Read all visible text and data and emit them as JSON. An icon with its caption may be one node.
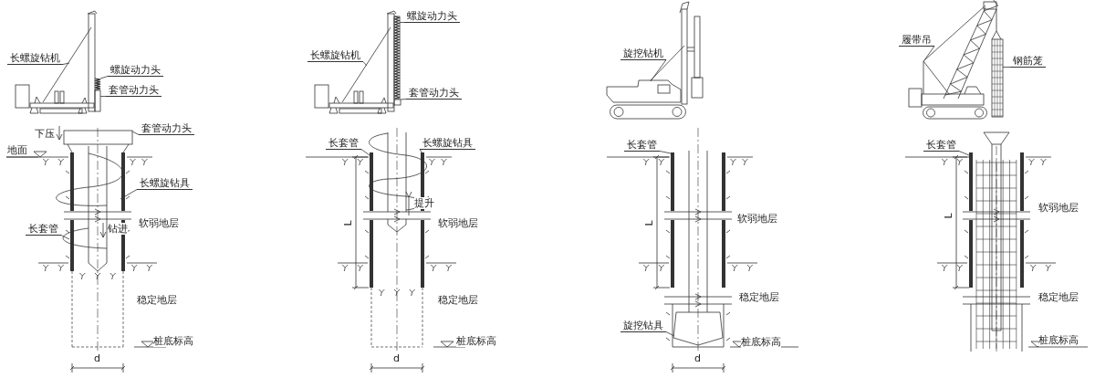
{
  "diagram": {
    "nodes": [
      {
        "text": [
          "长螺旋钻机"
        ]
      },
      {
        "text": [
          "螺旋动力头"
        ]
      },
      {
        "text": [
          "套管动力头"
        ]
      },
      {
        "text": [
          "套管动力头"
        ]
      },
      {
        "text": [
          "长螺旋钻具"
        ]
      },
      {
        "text": [
          "长套管"
        ]
      },
      {
        "text": [
          "螺旋动力头"
        ]
      },
      {
        "text": [
          "长螺旋钻机"
        ]
      },
      {
        "text": [
          "套管动力头"
        ]
      },
      {
        "text": [
          "长套管"
        ]
      },
      {
        "text": [
          "长螺旋钻具"
        ]
      },
      {
        "text": [
          "旋挖钻机"
        ]
      },
      {
        "text": [
          "长套管"
        ]
      },
      {
        "text": [
          "旋挖钻具"
        ]
      },
      {
        "text": [
          "履带吊"
        ]
      },
      {
        "text": [
          "钢筋笼"
        ]
      },
      {
        "text": [
          "长套管"
        ]
      },
      {
        "text": [],
        "shape": "box"
      },
      {
        "text": [],
        "shape": "box"
      },
      {
        "text": [],
        "shape": "box"
      },
      {
        "text": [],
        "shape": "box"
      },
      {
        "text": [],
        "shape": "box"
      }
    ],
    "edges": [
      {
        "from": 0,
        "to": null,
        "arrow": "none"
      },
      {
        "from": 1,
        "to": 17,
        "arrow": "none"
      },
      {
        "from": 2,
        "to": 18,
        "arrow": "none"
      },
      {
        "from": 3,
        "to": null,
        "arrow": "none"
      },
      {
        "from": 4,
        "to": null,
        "arrow": "none"
      },
      {
        "from": 5,
        "to": null,
        "arrow": "none"
      },
      {
        "from": 6,
        "to": 19,
        "arrow": "none"
      },
      {
        "from": 7,
        "to": null,
        "arrow": "none"
      },
      {
        "from": 8,
        "to": 20,
        "arrow": "none"
      },
      {
        "from": 9,
        "to": null,
        "arrow": "none"
      },
      {
        "from": 10,
        "to": null,
        "arrow": "none"
      },
      {
        "from": 11,
        "to": null,
        "arrow": "none"
      },
      {
        "from": 12,
        "to": null,
        "arrow": "none"
      },
      {
        "from": 13,
        "to": null,
        "arrow": "none"
      },
      {
        "from": 14,
        "to": null,
        "arrow": "none"
      },
      {
        "from": 15,
        "to": 21,
        "arrow": "none"
      },
      {
        "from": 16,
        "to": null,
        "arrow": "none"
      }
    ],
    "labels": [
      "地面",
      "下压",
      "钻进",
      "软弱地层",
      "稳定地层",
      "桩底标高",
      "d",
      "提升",
      "L",
      "软弱地层",
      "稳定地层",
      "桩底标高",
      "d",
      "L",
      "软弱地层",
      "稳定地层",
      "桩底标高",
      "d",
      "L",
      "软弱地层",
      "稳定地层",
      "桩底标高"
    ]
  }
}
